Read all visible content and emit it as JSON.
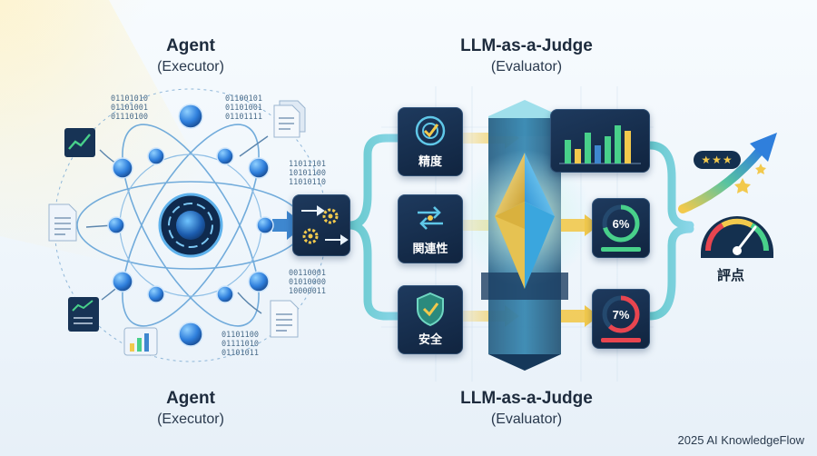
{
  "agent_top": {
    "title": "Agent",
    "subtitle": "(Executor)"
  },
  "agent_bottom": {
    "title": "Agent",
    "subtitle": "(Executor)"
  },
  "judge_top": {
    "title": "LLM-as-a-Judge",
    "subtitle": "(Evaluator)"
  },
  "judge_bottom": {
    "title": "LLM-as-a-Judge",
    "subtitle": "(Evaluator)"
  },
  "binary": {
    "top_left": "01101010\n01101001\n01110100",
    "top_right": "01100101\n01101001\n01101111",
    "middle_top": "11011101\n10101100\n11010110",
    "middle_bottom": "00110001\n01010000\n10000011",
    "bottom_right": "01101100\n01111010\n01101011"
  },
  "criteria": [
    {
      "label": "精度",
      "icon": "target-check-icon"
    },
    {
      "label": "関連性",
      "icon": "arrows-exchange-icon"
    },
    {
      "label": "安全",
      "icon": "shield-check-icon"
    }
  ],
  "results": {
    "middle_percent": "6%",
    "bottom_percent": "7%"
  },
  "score_label": "評点",
  "rating_stars": "★★★",
  "footer": "2025 AI KnowledgeFlow",
  "colors": {
    "card_dark": "#14304f",
    "node_blue": "#2f7fdc",
    "flow_teal": "#3fb7b8",
    "accent_yellow": "#f2c94c",
    "green": "#35c46a",
    "red": "#e8454f"
  }
}
